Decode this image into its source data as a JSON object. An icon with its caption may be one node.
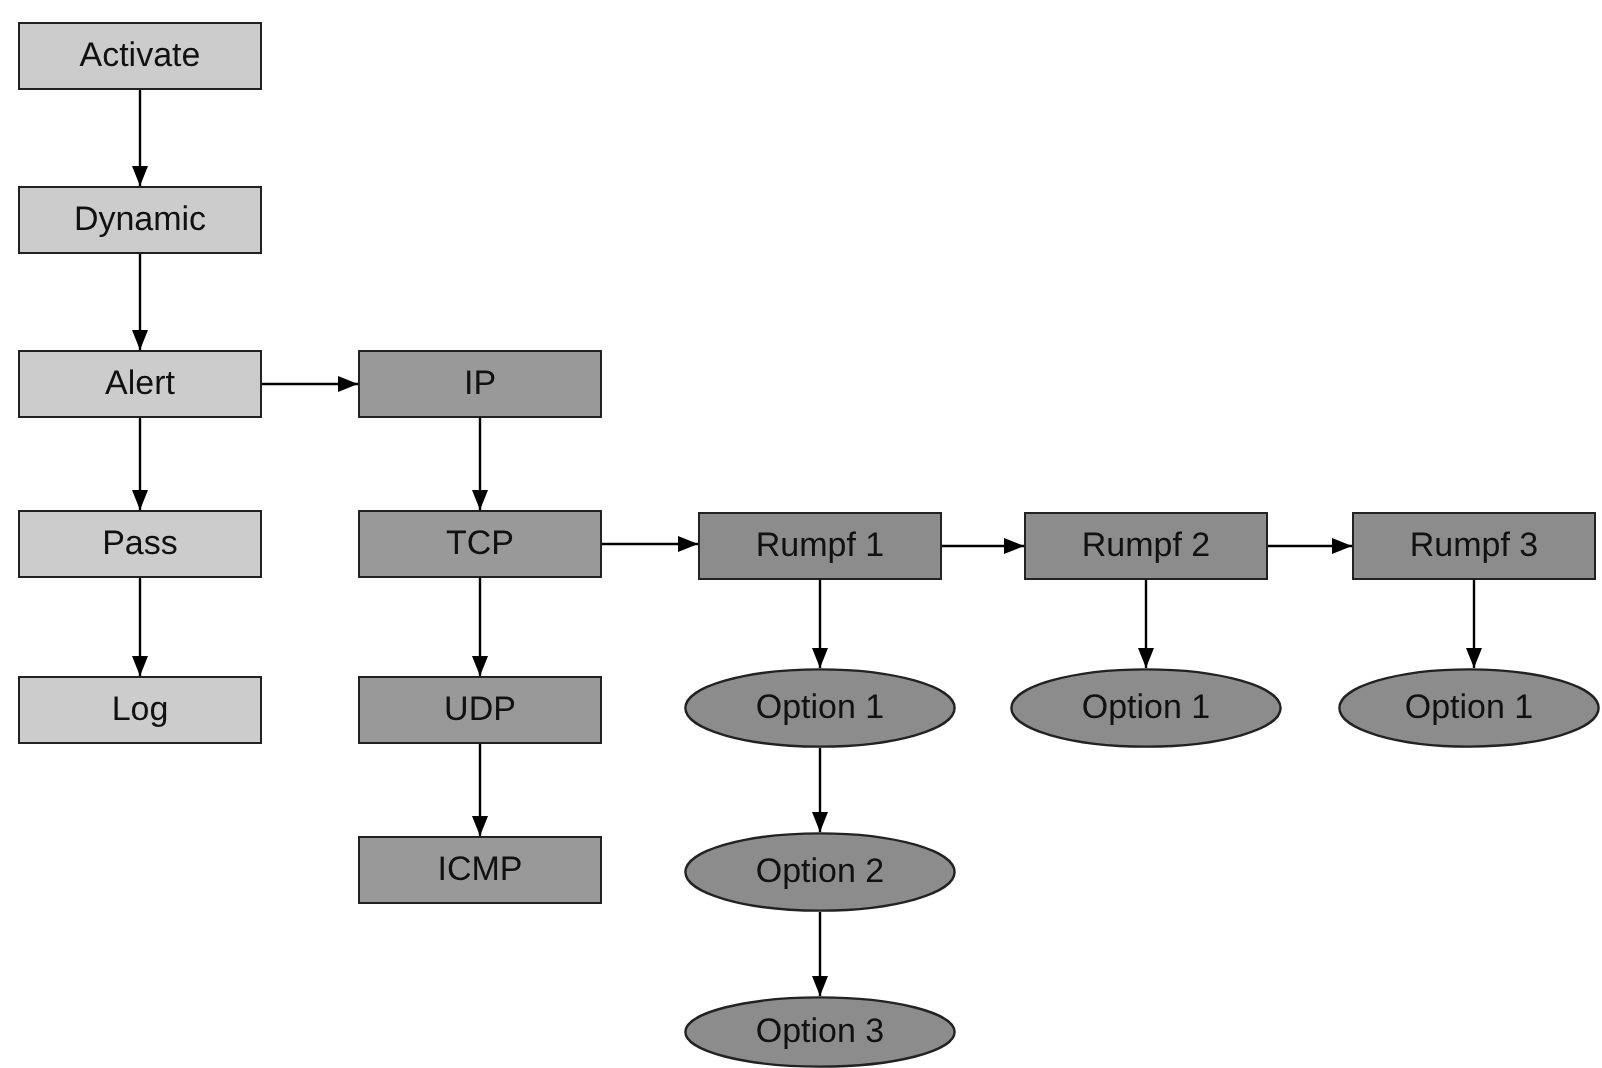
{
  "diagram": {
    "nodes": [
      {
        "text": [
          "Activate"
        ]
      },
      {
        "text": [
          "Dynamic"
        ]
      },
      {
        "text": [
          "Alert"
        ]
      },
      {
        "text": [
          "Pass"
        ]
      },
      {
        "text": [
          "Log"
        ]
      },
      {
        "text": [
          "IP"
        ]
      },
      {
        "text": [
          "TCP"
        ]
      },
      {
        "text": [
          "UDP"
        ]
      },
      {
        "text": [
          "ICMP"
        ]
      },
      {
        "text": [
          "Rumpf 1"
        ]
      },
      {
        "text": [
          "Rumpf 2"
        ]
      },
      {
        "text": [
          "Rumpf 3"
        ]
      },
      {
        "text": [
          "Option 1"
        ]
      },
      {
        "text": [
          "Option 2"
        ]
      },
      {
        "text": [
          "Option 3"
        ]
      },
      {
        "text": [
          "Option 1"
        ]
      },
      {
        "text": [
          "Option 1"
        ]
      }
    ],
    "edges": [
      {
        "from": 0,
        "to": 1,
        "arrow": "to"
      },
      {
        "from": 1,
        "to": 2,
        "arrow": "to"
      },
      {
        "from": 2,
        "to": 3,
        "arrow": "to"
      },
      {
        "from": 3,
        "to": 4,
        "arrow": "to"
      },
      {
        "from": 2,
        "to": 5,
        "arrow": "to"
      },
      {
        "from": 5,
        "to": 6,
        "arrow": "to"
      },
      {
        "from": 6,
        "to": 7,
        "arrow": "to"
      },
      {
        "from": 7,
        "to": 8,
        "arrow": "to"
      },
      {
        "from": 6,
        "to": 9,
        "arrow": "to"
      },
      {
        "from": 9,
        "to": 10,
        "arrow": "to"
      },
      {
        "from": 10,
        "to": 11,
        "arrow": "to"
      },
      {
        "from": 9,
        "to": 12,
        "arrow": "to"
      },
      {
        "from": 12,
        "to": 13,
        "arrow": "to"
      },
      {
        "from": 13,
        "to": 14,
        "arrow": "to"
      },
      {
        "from": 10,
        "to": 15,
        "arrow": "to"
      },
      {
        "from": 11,
        "to": 16,
        "arrow": "to"
      }
    ]
  }
}
